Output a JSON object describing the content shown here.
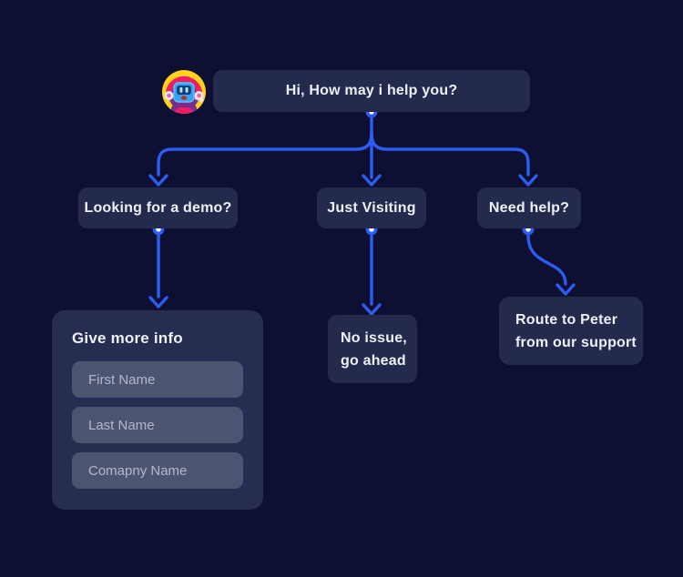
{
  "colors": {
    "background": "#0d1033",
    "node_background": "#242a4c",
    "card_background": "#272d50",
    "input_background": "#4d5472",
    "accent_blue": "#2e5cf0",
    "text": "#eef1f7",
    "placeholder": "#b2b8c8",
    "avatar_yellow": "#ffd21e",
    "avatar_pink": "#ed1e63",
    "avatar_purple": "#7b2d8e",
    "avatar_face_blue": "#35a3f0"
  },
  "icons": {
    "avatar": "robot-avatar"
  },
  "flow": {
    "root": {
      "message": "Hi, How may i help you?"
    },
    "options": [
      {
        "label": "Looking for a demo?"
      },
      {
        "label": "Just Visiting"
      },
      {
        "label": "Need help?"
      }
    ],
    "form": {
      "title": "Give more info",
      "fields": [
        {
          "placeholder": "First Name"
        },
        {
          "placeholder": "Last Name"
        },
        {
          "placeholder": "Comapny Name"
        }
      ]
    },
    "outcomes": {
      "visiting": {
        "lines": [
          "No issue,",
          "go ahead"
        ]
      },
      "help": {
        "lines": [
          "Route to Peter",
          "from our support"
        ]
      }
    }
  }
}
